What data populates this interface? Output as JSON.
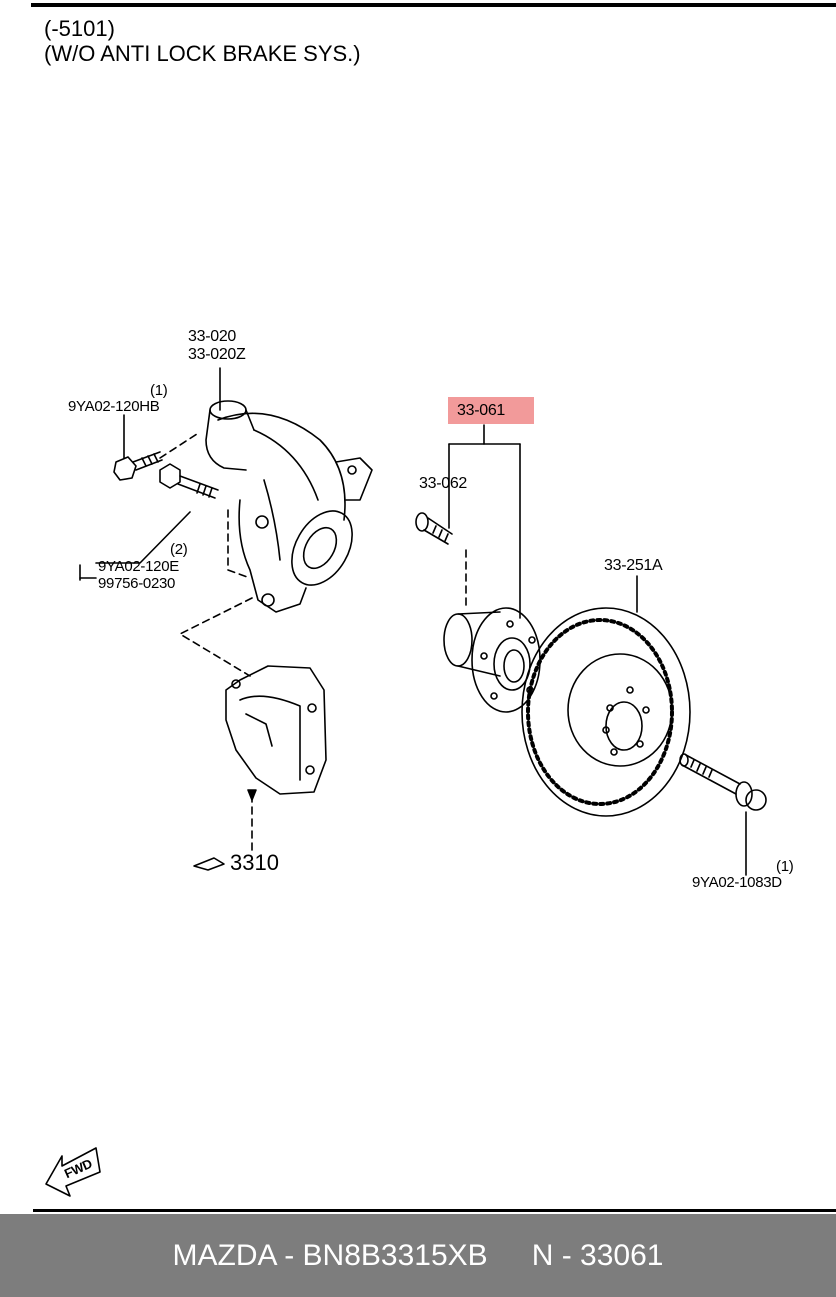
{
  "header": {
    "line1": "(-5101)",
    "line2": "(W/O ANTI LOCK BRAKE SYS.)"
  },
  "callouts": {
    "knuckle_a": "33-020",
    "knuckle_b": "33-020Z",
    "bolt1_qty": "(1)",
    "bolt1_part": "9YA02-120HB",
    "bolt2_qty": "(2)",
    "bolt2_part": "9YA02-120E",
    "bolt2_alt": "99756-0230",
    "hub_assembly": "33-061",
    "hub_bolt": "33-062",
    "disc": "33-251A",
    "disc_bolt_qty": "(1)",
    "disc_bolt_part": "9YA02-1083D",
    "caliper_ref": "3310",
    "fwd": "FWD"
  },
  "highlight_color": "#f29a9a",
  "footer": {
    "brand_part": "MAZDA - BN8B3315XB",
    "ref": "N - 33061"
  }
}
